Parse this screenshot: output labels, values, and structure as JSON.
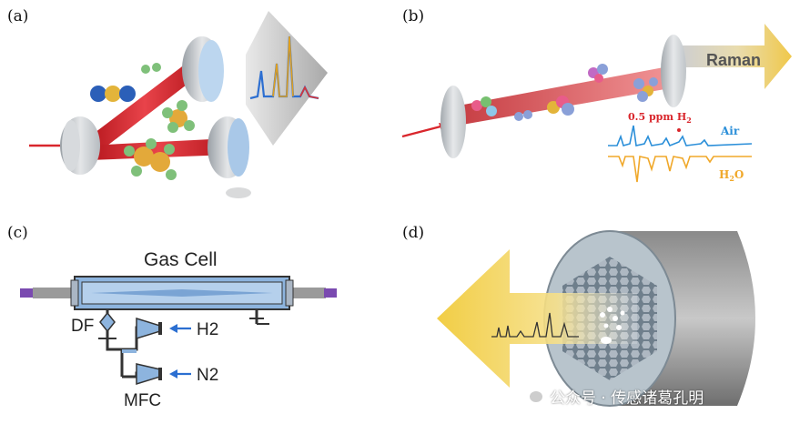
{
  "panels": {
    "a": {
      "label": "(a)"
    },
    "b": {
      "label": "(b)",
      "raman": "Raman",
      "ppm": "0.5 ppm H",
      "ppm_sub": "2",
      "air": "Air",
      "h2o": "H",
      "h2o_sub": "2",
      "h2o_tail": "O"
    },
    "c": {
      "label": "(c)",
      "title": "Gas Cell",
      "df": "DF",
      "h2": "H2",
      "n2": "N2",
      "mfc": "MFC"
    },
    "d": {
      "label": "(d)"
    }
  },
  "watermark": "公众号 · 传感诸葛孔明",
  "colors": {
    "beam": "#d9262c",
    "glass": "#a9c8e8",
    "cell": "#8db4de",
    "arrow": "#f3d46a"
  }
}
